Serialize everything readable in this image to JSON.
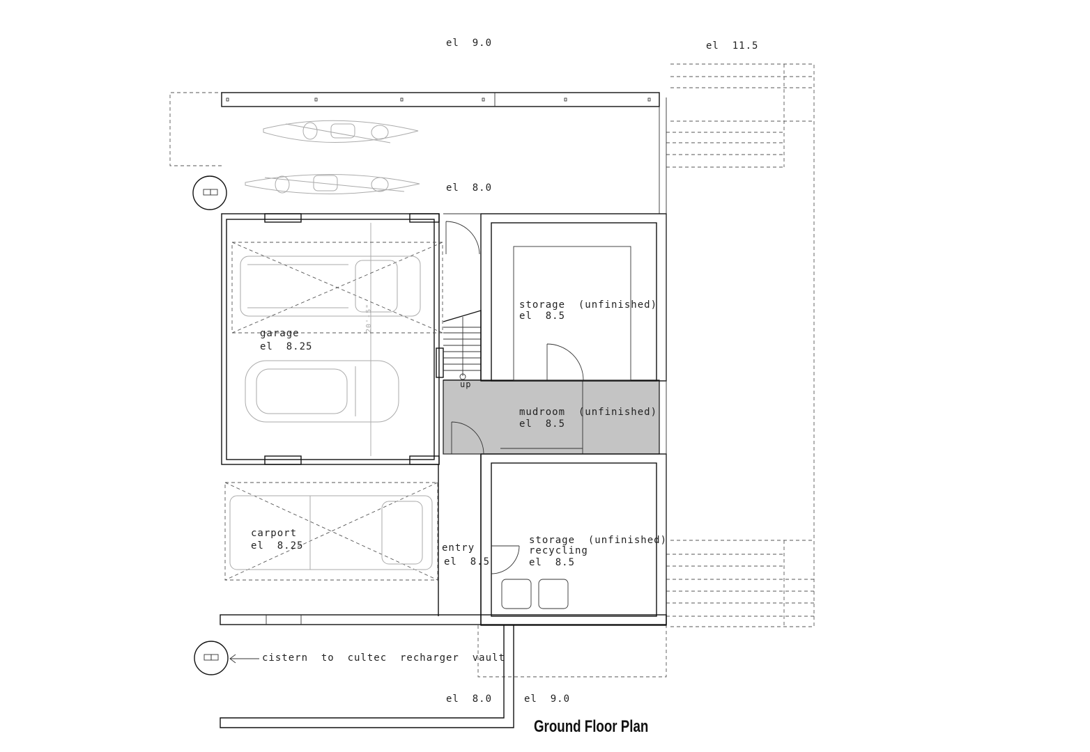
{
  "title": "Ground Floor Plan",
  "elevations": {
    "top_left": "el  9.0",
    "top_right": "el  11.5",
    "upper_mid": "el  8.0",
    "bottom_left": "el  8.0",
    "bottom_right": "el  9.0"
  },
  "rooms": {
    "garage": {
      "name": "garage",
      "elevation": "el  8.25"
    },
    "storage_upper": {
      "name": "storage  (unfinished)",
      "elevation": "el  8.5"
    },
    "mudroom": {
      "name": "mudroom  (unfinished)",
      "elevation": "el  8.5"
    },
    "carport": {
      "name": "carport",
      "elevation": "el  8.25"
    },
    "entry": {
      "name": "entry",
      "elevation": "el  8.5"
    },
    "storage_lower": {
      "name": "storage  (unfinished)",
      "sub": "recycling",
      "elevation": "el  8.5"
    }
  },
  "stair_label": "up",
  "cistern_note": "cistern  to  cultec  recharger  vault",
  "dimension_note": "20'-5\"",
  "colors": {
    "mudroom_fill": "#c4c4c4",
    "line": "#111111"
  }
}
